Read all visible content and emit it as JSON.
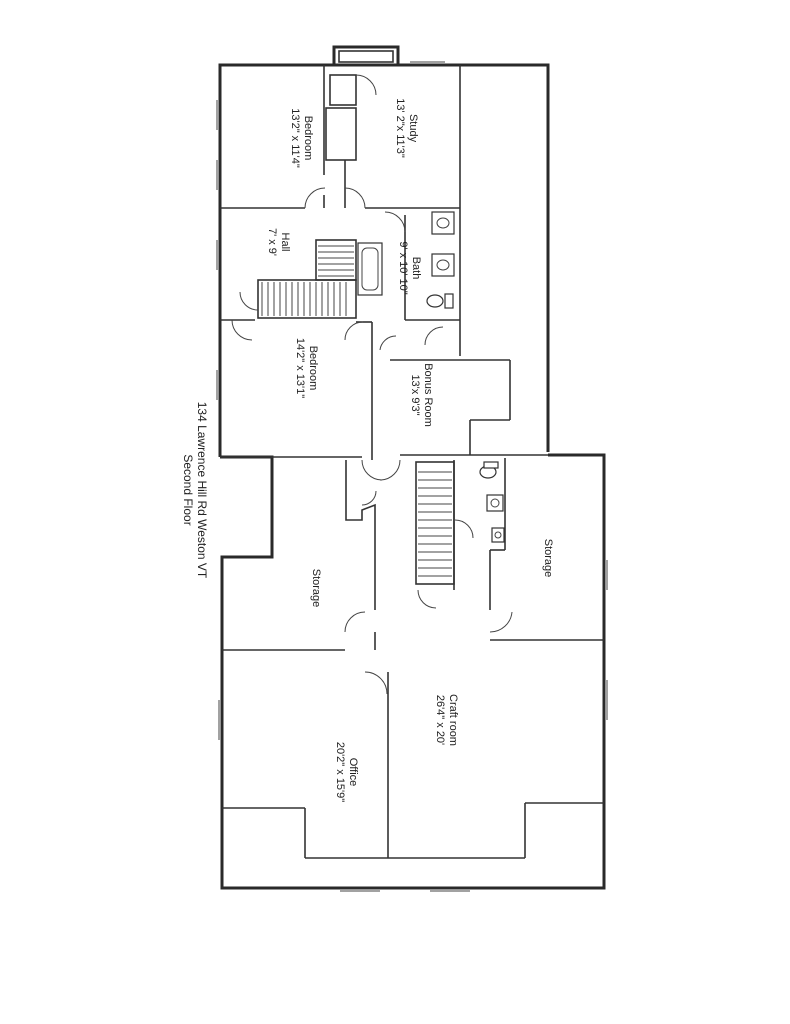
{
  "document": {
    "address": "134 Lawrence Hill Rd Weston VT",
    "floor": "Second Floor"
  },
  "rooms": {
    "study": {
      "name": "Study",
      "dims": "13' 2\"x 11'3\""
    },
    "bedroom_top": {
      "name": "Bedroom",
      "dims": "13'2\" x 11'4\""
    },
    "hall": {
      "name": "Hall",
      "dims": "7' x 9'"
    },
    "bath": {
      "name": "Bath",
      "dims": "9' x 10' 10\""
    },
    "bedroom_mid": {
      "name": "Bedroom",
      "dims": "14'2\" x 13'1\""
    },
    "bonus_room": {
      "name": "Bonus Room",
      "dims": "13'x 9'3\""
    },
    "storage_left": {
      "name": "Storage"
    },
    "storage_right": {
      "name": "Storage"
    },
    "craft_room": {
      "name": "Craft room",
      "dims": "26'4\" x 20'"
    },
    "office": {
      "name": "Office",
      "dims": "20'2\" x 15'9\""
    }
  }
}
